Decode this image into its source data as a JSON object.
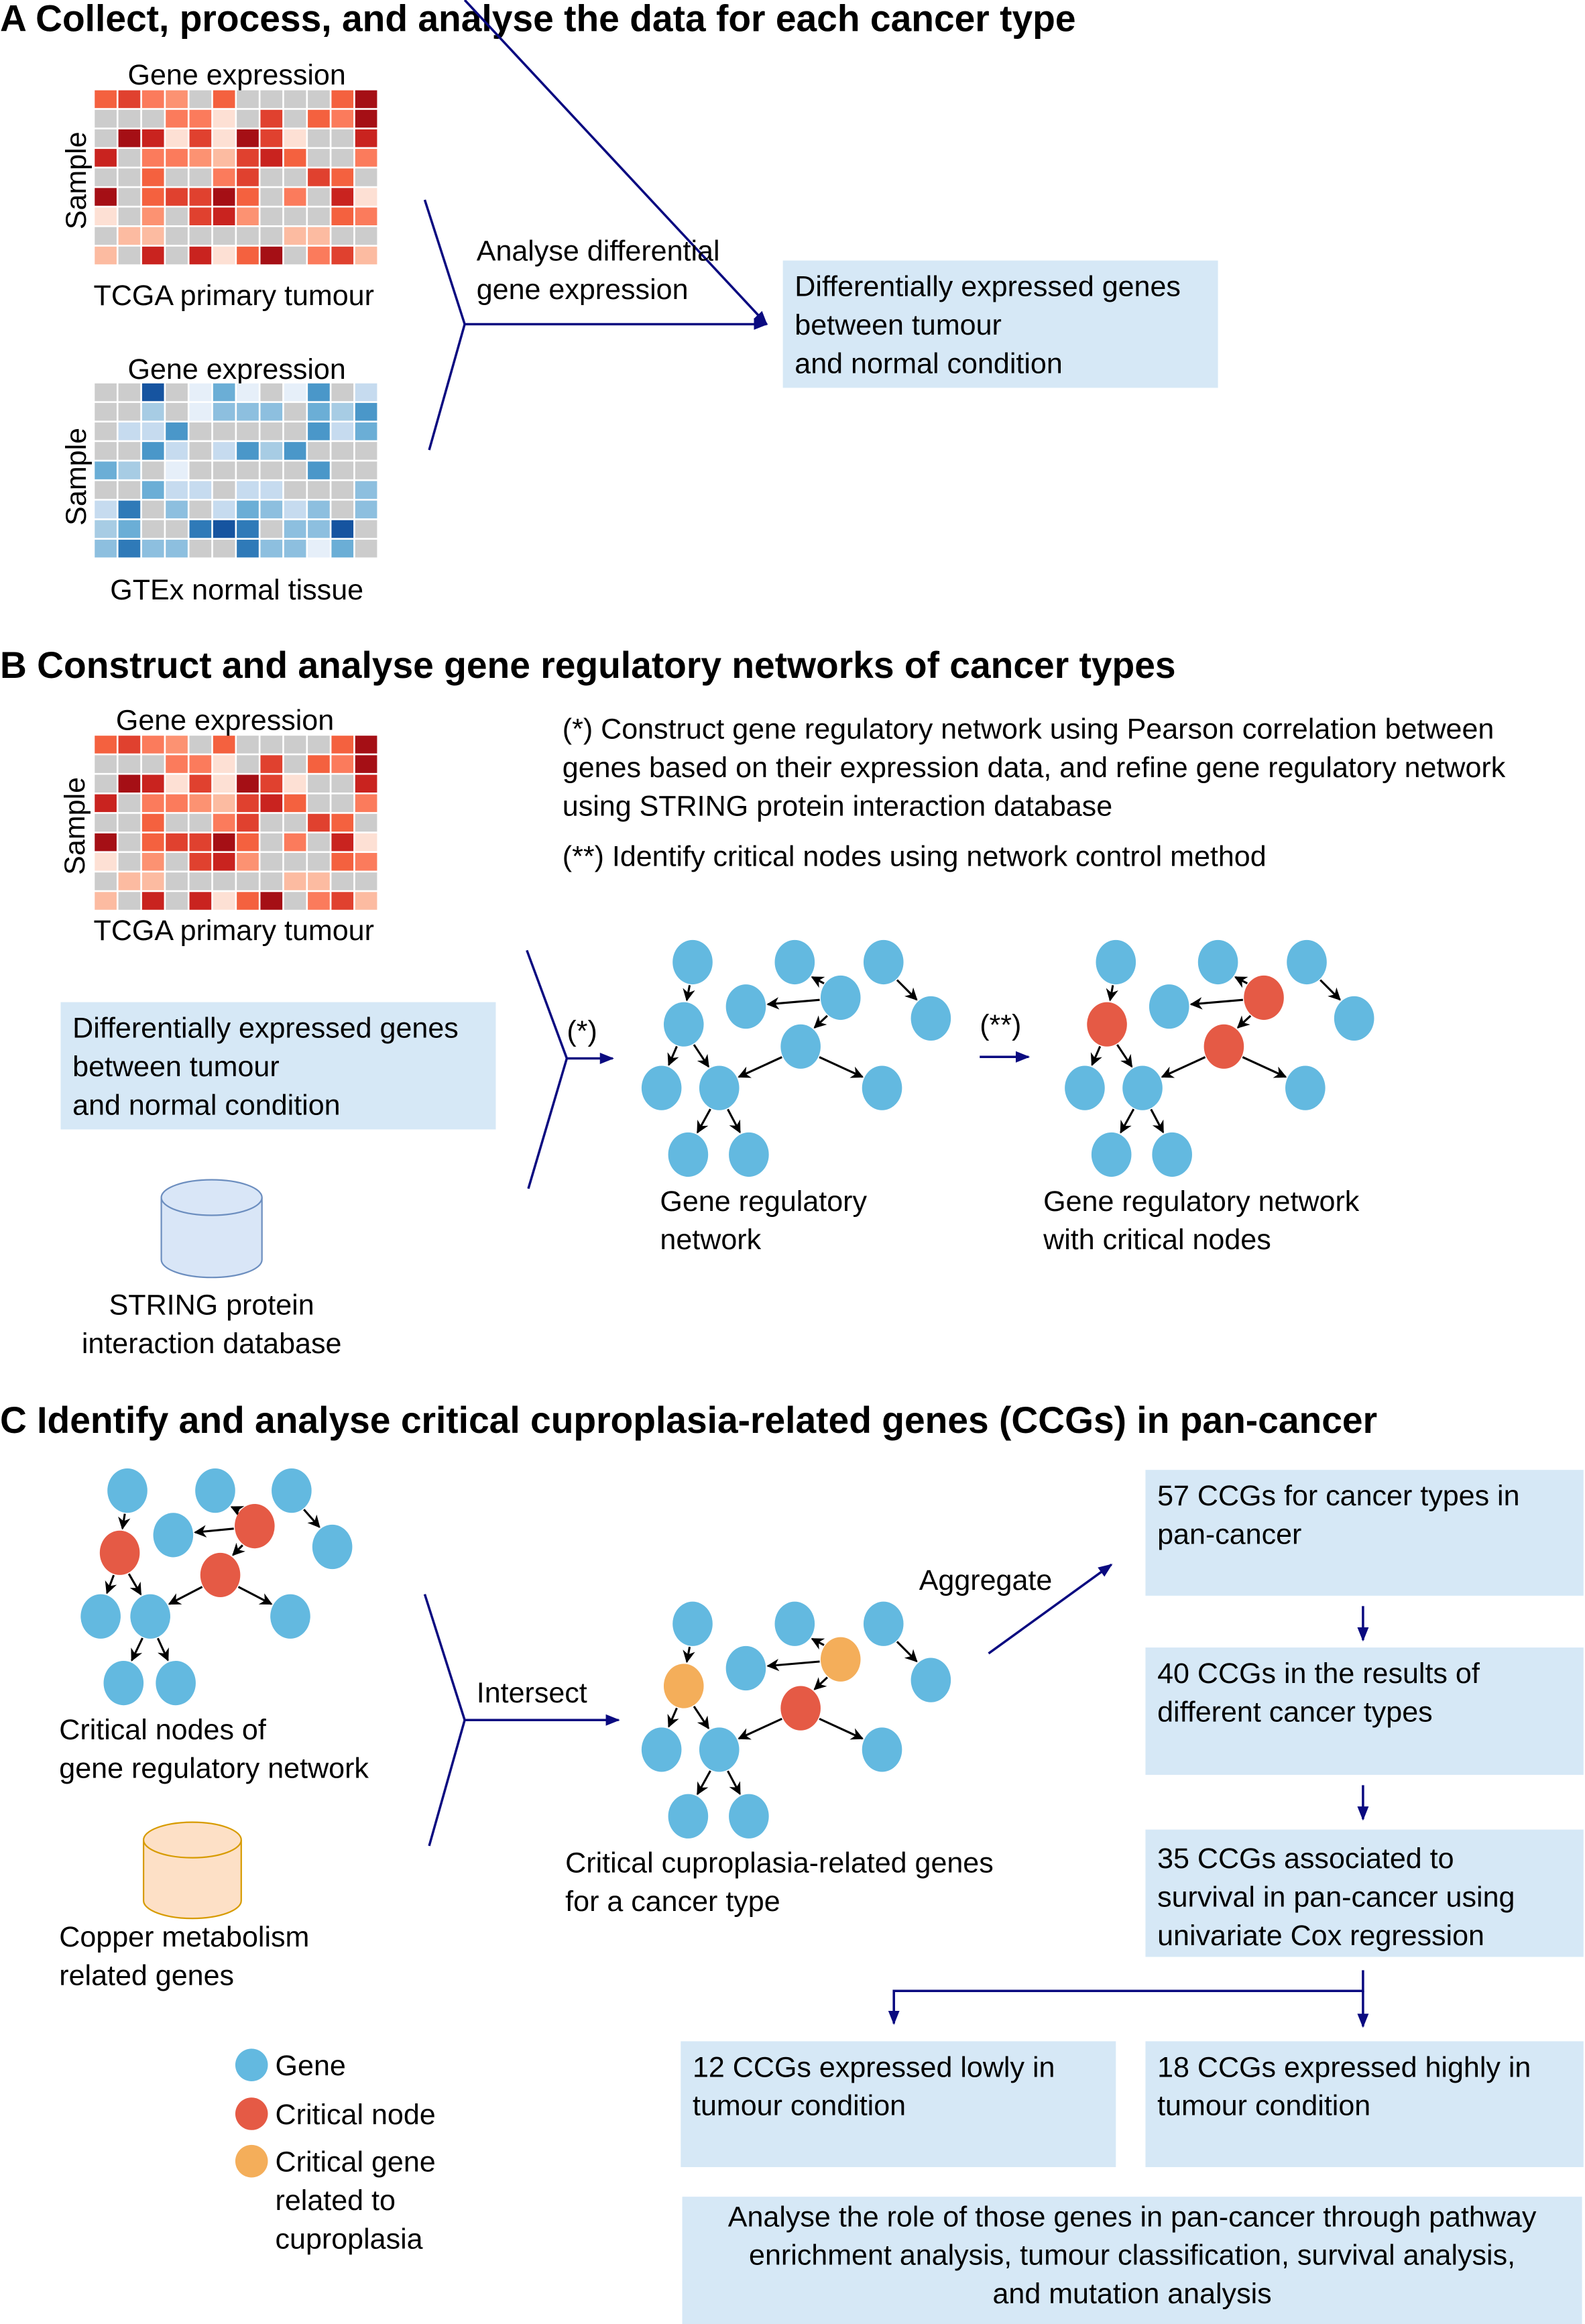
{
  "colors": {
    "gene": "#63b9e0",
    "critical_node": "#e55a45",
    "critical_gene_cuproplasia": "#f4ae5a",
    "box_fill": "#d6e8f6",
    "flow_arrow": "#0a0a80",
    "db_string_fill": "#d9e6f7",
    "db_string_stroke": "#6c8ebf",
    "db_copper_fill": "#fde0c6",
    "db_copper_stroke": "#d79b00"
  },
  "sectionA": {
    "title": "A Collect, process, and analyse the data for each cancer type",
    "heatmap_tcga": {
      "top_label": "Gene expression",
      "side_label": "Sample",
      "caption": "TCGA primary tumour"
    },
    "heatmap_gtex": {
      "top_label": "Gene expression",
      "side_label": "Sample",
      "caption": "GTEx normal tissue"
    },
    "arrow_label": [
      "Analyse differential",
      "gene expression"
    ],
    "result_box": [
      "Differentially expressed genes",
      "between tumour",
      "and normal condition"
    ]
  },
  "sectionB": {
    "title": "B Construct and analyse gene regulatory networks of cancer types",
    "heatmap_tcga": {
      "top_label": "Gene expression",
      "side_label": "Sample",
      "caption": "TCGA primary tumour"
    },
    "note1": [
      "(*) Construct gene regulatory network using Pearson correlation between",
      "genes based on their expression data, and refine gene regulatory network",
      "using STRING protein interaction database"
    ],
    "note2": "(**) Identify critical nodes using network control method",
    "input_box": [
      "Differentially expressed genes",
      "between tumour",
      "and normal condition"
    ],
    "database_caption": [
      "STRING protein",
      "interaction database"
    ],
    "arrow1_label": "(*)",
    "arrow2_label": "(**)",
    "network1_caption": [
      "Gene regulatory",
      "network"
    ],
    "network2_caption": [
      "Gene regulatory network",
      "with critical nodes"
    ]
  },
  "sectionC": {
    "title": "C Identify and analyse critical cuproplasia-related genes (CCGs) in pan-cancer",
    "network_caption": [
      "Critical nodes of",
      "gene regulatory network"
    ],
    "database_caption": [
      "Copper metabolism",
      "related genes"
    ],
    "intersect_label": "Intersect",
    "aggregate_label": "Aggregate",
    "result_network_caption": [
      "Critical cuproplasia-related genes",
      "for a cancer type"
    ],
    "steps": [
      [
        "57 CCGs for cancer types in",
        "pan-cancer"
      ],
      [
        "40 CCGs in the results of",
        "different cancer types"
      ],
      [
        "35 CCGs associated to",
        "survival in pan-cancer using",
        "univariate Cox regression"
      ]
    ],
    "low_box": [
      "12 CCGs expressed lowly in",
      "tumour condition"
    ],
    "high_box": [
      "18 CCGs expressed highly in",
      "tumour condition"
    ],
    "final_box": [
      "Analyse the role of those genes in pan-cancer through pathway",
      "enrichment analysis, tumour classification, survival analysis,",
      "and mutation analysis"
    ],
    "legend": [
      {
        "label": [
          "Gene"
        ],
        "type": "gene"
      },
      {
        "label": [
          "Critical node"
        ],
        "type": "critical_node"
      },
      {
        "label": [
          "Critical gene",
          "related to",
          "cuproplasia"
        ],
        "type": "critical_gene_cuproplasia"
      }
    ]
  }
}
